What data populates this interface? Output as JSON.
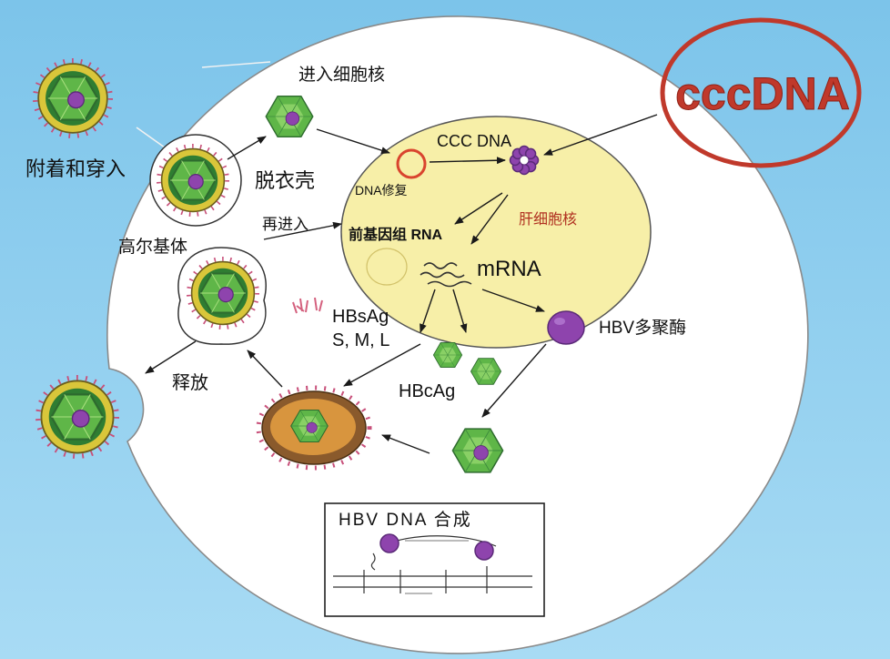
{
  "diagram": {
    "labels": {
      "enter_nucleus": "进入细胞核",
      "attach_penetrate": "附着和穿入",
      "uncoating": "脱衣壳",
      "reentry": "再进入",
      "golgi": "高尔基体",
      "release": "释放",
      "ccc_dna": "CCC DNA",
      "dna_repair": "DNA修复",
      "hepatocyte_nucleus": "肝细胞核",
      "pregenomic_rna": "前基因组 RNA",
      "mrna": "mRNA",
      "hbsag": "HBsAg",
      "hbsag_proteins": "S, M, L",
      "hbv_polymerase": "HBV多聚酶",
      "hbcag": "HBcAg",
      "dna_synthesis": "HBV DNA 合成"
    },
    "callout": {
      "text": "cccDNA"
    }
  },
  "colors": {
    "background_top": "#7cc4ea",
    "background_bottom": "#a8dbf4",
    "cell": "#ffffff",
    "nucleus": "#f7efa8",
    "envelope": "#d9c63a",
    "capsid": "#5fb648",
    "core": "#8e44ad",
    "callout_red": "#c0392b"
  }
}
